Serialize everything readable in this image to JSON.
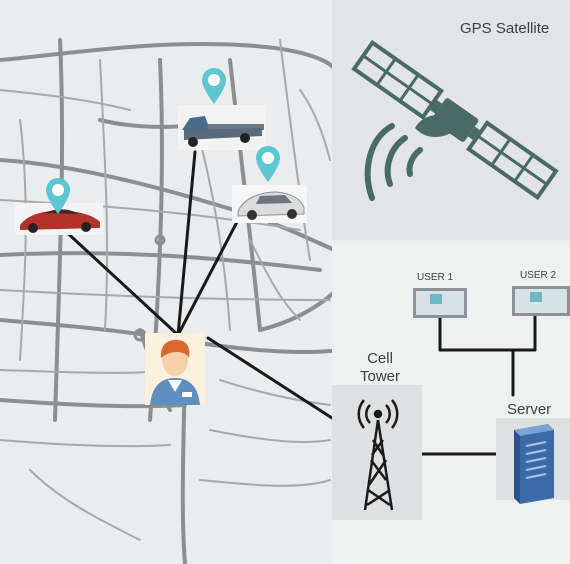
{
  "labels": {
    "gps_satellite": "GPS Satellite",
    "cell_tower_line1": "Cell",
    "cell_tower_line2": "Tower",
    "server": "Server",
    "user1": "USER 1",
    "user2": "USER 2"
  },
  "icons": {
    "satellite": "satellite-icon",
    "cell_tower": "cell-tower-icon",
    "server": "server-icon",
    "person": "person-icon",
    "vehicles": [
      "red-car-icon",
      "tow-truck-icon",
      "white-car-icon"
    ],
    "pins": [
      "map-pin-icon",
      "map-pin-icon",
      "map-pin-icon"
    ],
    "monitors": [
      "monitor-icon",
      "monitor-icon"
    ]
  },
  "colors": {
    "map_background": "#e9eaeb",
    "map_roads": "#8a8d90",
    "panel_background": "#e3e4e5",
    "satellite": "#4a6a66",
    "pin": "#5cc7d2",
    "server": "#4e79b0",
    "connector_lines": "#1a1a1a"
  }
}
